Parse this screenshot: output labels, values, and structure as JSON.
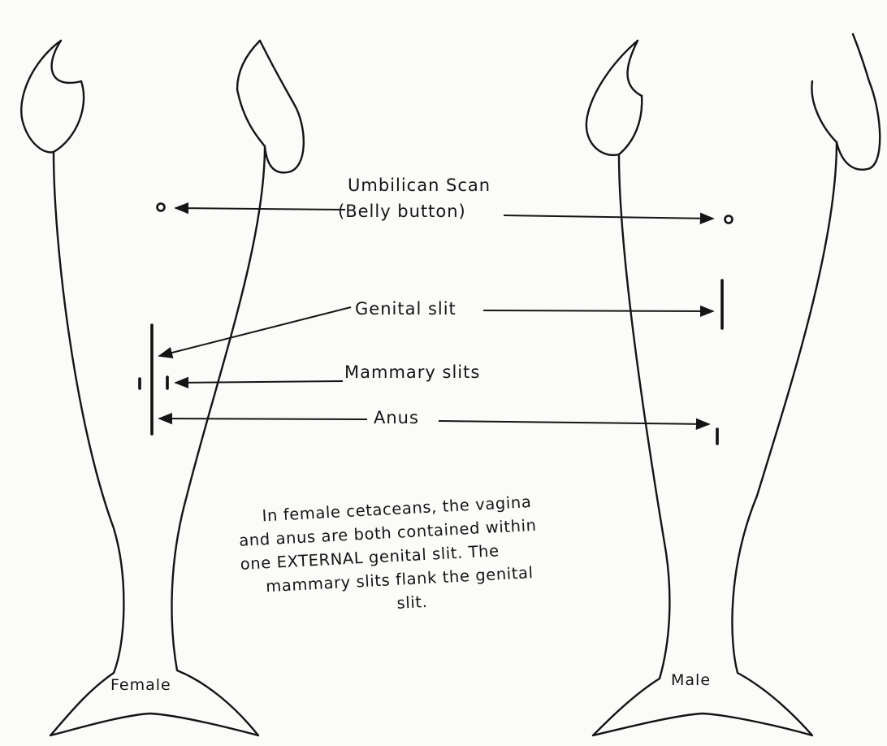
{
  "diagram": {
    "labels": {
      "umbilical_line1": "Umbilican Scan",
      "umbilical_line2": "(Belly button)",
      "genital_slit": "Genital slit",
      "mammary_slits": "Mammary slits",
      "anus": "Anus",
      "female": "Female",
      "male": "Male"
    },
    "note_lines": [
      "In female cetaceans, the vagina",
      "and anus are both contained within",
      "one EXTERNAL genital slit. The",
      "mammary slits  flank the genital",
      "slit."
    ],
    "colors": {
      "ink": "#151515",
      "paper": "#fbfbf9"
    }
  }
}
